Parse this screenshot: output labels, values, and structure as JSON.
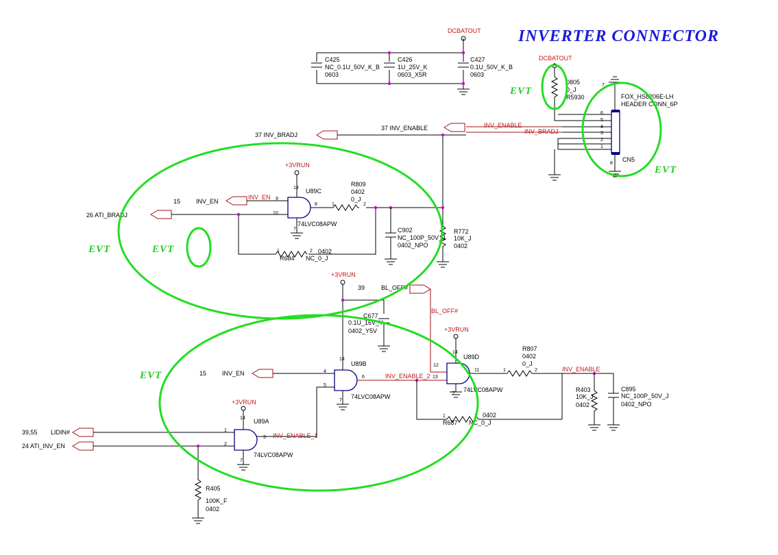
{
  "title": "INVERTER CONNECTOR",
  "evt_label": "EVT",
  "power": {
    "dcbatout": "DCBATOUT",
    "v3run": "+3VRUN"
  },
  "capacitors": {
    "c425": {
      "ref": "C425",
      "value": "NC_0.1U_50V_K_B",
      "pkg": "0603"
    },
    "c426": {
      "ref": "C426",
      "value": "1U_25V_K",
      "pkg": "0603_X5R"
    },
    "c427": {
      "ref": "C427",
      "value": "0.1U_50V_K_B",
      "pkg": "0603"
    },
    "c902": {
      "ref": "C902",
      "value": "NC_100P_50V_J",
      "pkg": "0402_NPO"
    },
    "c677": {
      "ref": "C677",
      "value": "0.1U_16V_Y",
      "pkg": "0402_Y5V"
    },
    "c895": {
      "ref": "C895",
      "value": "NC_100P_50V_J",
      "pkg": "0402_NPO"
    }
  },
  "resistors": {
    "r5930": {
      "pkg": "0805",
      "value": "0_J",
      "ref": "R5930"
    },
    "r809": {
      "ref": "R809",
      "pkg": "0402",
      "value": "0_J"
    },
    "r772": {
      "ref": "R772",
      "value": "10K_J",
      "pkg": "0402"
    },
    "r684": {
      "ref": "R684",
      "pkg": "0402",
      "value": "NC_0_J"
    },
    "r807": {
      "ref": "R807",
      "pkg": "0402",
      "value": "0_J"
    },
    "r403": {
      "ref": "R403",
      "value": "10K_J",
      "pkg": "0402"
    },
    "r687": {
      "ref": "R687",
      "pkg": "0402",
      "value": "NC_0_J"
    },
    "r405": {
      "ref": "R405",
      "value": "100K_F",
      "pkg": "0402"
    }
  },
  "connector": {
    "part": "FOX_HS8206E-LH",
    "desc": "HEADER CONN_6P",
    "ref": "CN5",
    "pins": [
      "7",
      "6",
      "5",
      "4",
      "3",
      "2",
      "1",
      "8"
    ]
  },
  "gates": {
    "u89c": {
      "ref": "U89C",
      "part": "74LVC08APW",
      "in1": "9",
      "in2": "10",
      "out": "8",
      "vcc": "14",
      "gnd": "7"
    },
    "u89b": {
      "ref": "U89B",
      "part": "74LVC08APW",
      "in1": "4",
      "in2": "5",
      "out": "6",
      "vcc": "14",
      "gnd": "7"
    },
    "u89d": {
      "ref": "U89D",
      "part": "74LVC08APW",
      "in1": "12",
      "in2": "13",
      "out": "11",
      "vcc": "14",
      "gnd": "7"
    },
    "u89a": {
      "ref": "U89A",
      "part": "74LVC08APW",
      "in1": "1",
      "in2": "2",
      "out": "3",
      "vcc": "14",
      "gnd": "7"
    }
  },
  "nets": {
    "inv_en": "INV_EN",
    "inv_enable": "INV_ENABLE",
    "inv_bradj": "INV_BRADJ",
    "bl_off": "BL_OFF#",
    "inv_enable_1": "INV_ENABLE_1",
    "inv_enable_2": "INV_ENABLE_2"
  },
  "ports": {
    "inv_bradj": "37  INV_BRADJ",
    "inv_enable": "37  INV_ENABLE",
    "inv_en_top": "15",
    "inv_en_top_label": "INV_EN",
    "ati_bradj": "26  ATI_BRADJ",
    "bl_off_num": "39",
    "bl_off_label": "BL_OFF#",
    "inv_en_mid": "15",
    "inv_en_mid_label": "INV_EN",
    "lidin": "39,55",
    "lidin_label": "LIDIN#",
    "ati_inv_en": "24  ATI_INV_EN"
  },
  "pin_numbers": {
    "one": "1",
    "two": "2"
  }
}
